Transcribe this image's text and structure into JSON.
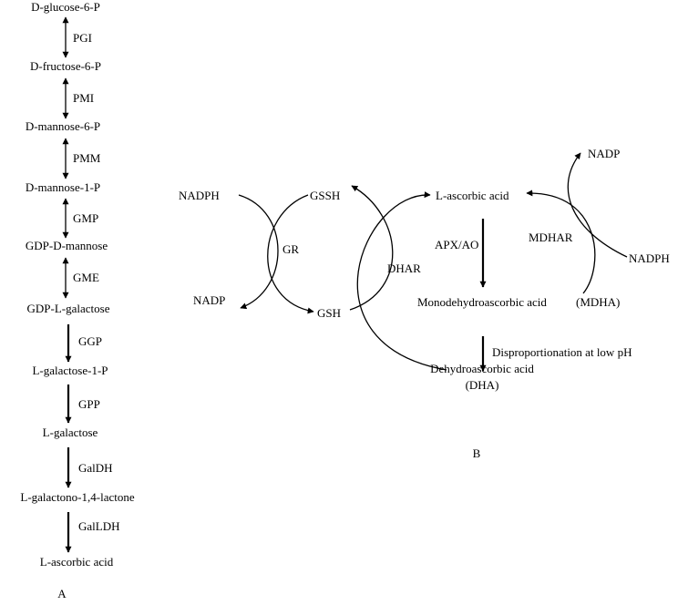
{
  "panel_a": {
    "label": "A",
    "metabolites": [
      "D-glucose-6-P",
      "D-fructose-6-P",
      "D-mannose-6-P",
      "D-mannose-1-P",
      "GDP-D-mannose",
      "GDP-L-galactose",
      "L-galactose-1-P",
      "L-galactose",
      "L-galactono-1,4-lactone",
      "L-ascorbic acid"
    ],
    "enzymes": [
      "PGI",
      "PMI",
      "PMM",
      "GMP",
      "GME",
      "GGP",
      "GPP",
      "GalDH",
      "GalLDH"
    ]
  },
  "panel_b": {
    "label": "B",
    "nadph_left": "NADPH",
    "nadp_left": "NADP",
    "gr": "GR",
    "gssh": "GSSH",
    "gsh": "GSH",
    "dhar": "DHAR",
    "ascorbic": "L-ascorbic acid",
    "apx_ao": "APX/AO",
    "mdhar": "MDHAR",
    "mdha_name": "Monodehydroascorbic acid",
    "mdha_abbr": "(MDHA)",
    "disproportionation": "Disproportionation at low pH",
    "dha_name": "Dehydroascorbic acid",
    "dha_abbr": "(DHA)",
    "nadp_right": "NADP",
    "nadph_right": "NADPH"
  },
  "colors": {
    "ink": "#000000",
    "background": "#ffffff"
  }
}
